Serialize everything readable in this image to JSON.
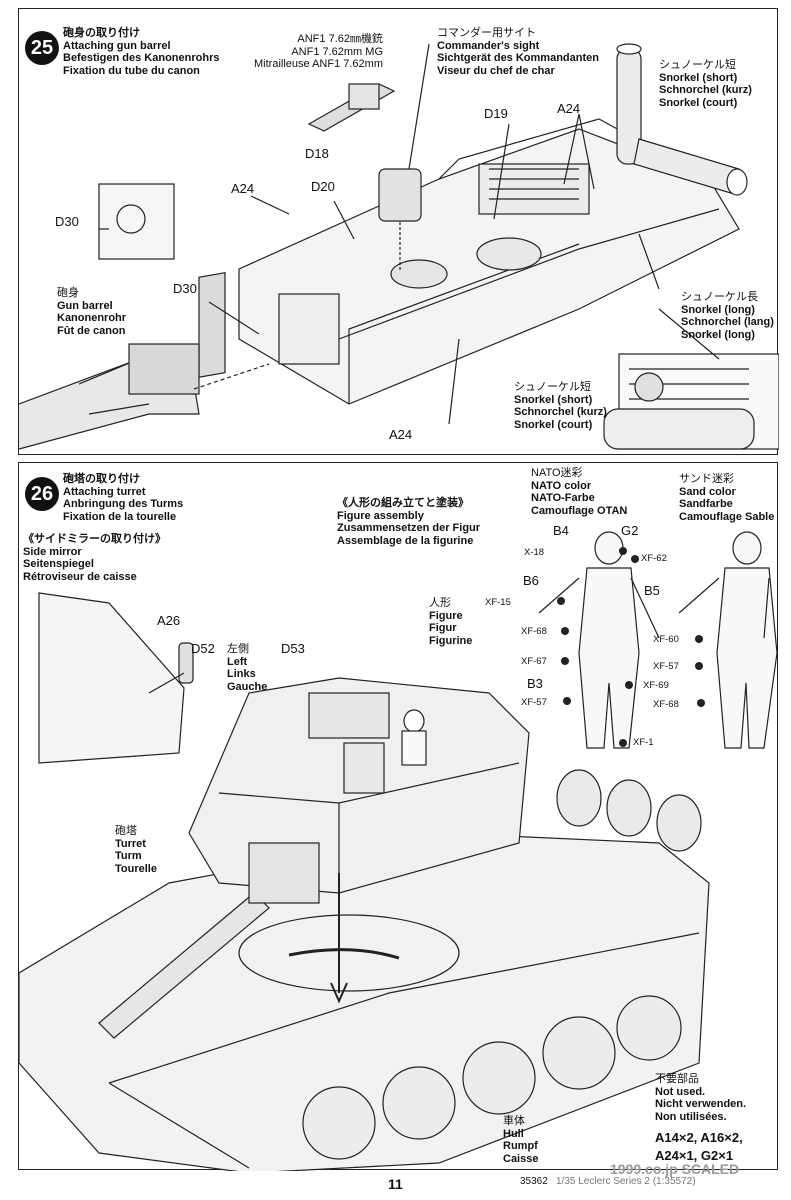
{
  "step25": {
    "number": "25",
    "title_jp": "砲身の取り付け",
    "title_en": "Attaching gun barrel",
    "title_de": "Befestigen des Kanonenrohrs",
    "title_fr": "Fixation du tube du canon",
    "mg_jp": "ANF1 7.62㎜機銃",
    "mg_en": "ANF1 7.62mm MG",
    "mg_fr": "Mitrailleuse ANF1 7.62mm",
    "sight_jp": "コマンダー用サイト",
    "sight_en": "Commander's sight",
    "sight_de": "Sichtgerät des Kommandanten",
    "sight_fr": "Viseur du chef de char",
    "snorkel_short_jp": "シュノーケル短",
    "snorkel_short_en": "Snorkel (short)",
    "snorkel_short_de": "Schnorchel (kurz)",
    "snorkel_short_fr": "Snorkel (court)",
    "snorkel_long_jp": "シュノーケル長",
    "snorkel_long_en": "Snorkel (long)",
    "snorkel_long_de": "Schnorchel (lang)",
    "snorkel_long_fr": "Snorkel (long)",
    "barrel_jp": "砲身",
    "barrel_en": "Gun barrel",
    "barrel_de": "Kanonenrohr",
    "barrel_fr": "Fût de canon",
    "parts": {
      "d18": "D18",
      "d19": "D19",
      "d20": "D20",
      "d30a": "D30",
      "d30b": "D30",
      "a24a": "A24",
      "a24b": "A24",
      "a24c": "A24"
    }
  },
  "step26": {
    "number": "26",
    "title_jp": "砲塔の取り付け",
    "title_en": "Attaching turret",
    "title_de": "Anbringung des Turms",
    "title_fr": "Fixation de la tourelle",
    "mirror_jp": "《サイドミラーの取り付け》",
    "mirror_en": "Side mirror",
    "mirror_de": "Seitenspiegel",
    "mirror_fr": "Rétroviseur de caisse",
    "figure_jp": "《人形の組み立てと塗装》",
    "figure_en": "Figure assembly",
    "figure_de": "Zusammensetzen der Figur",
    "figure_fr": "Assemblage de la figurine",
    "nato_jp": "NATO迷彩",
    "nato_en": "NATO color",
    "nato_de": "NATO-Farbe",
    "nato_fr": "Camouflage OTAN",
    "sand_jp": "サンド迷彩",
    "sand_en": "Sand color",
    "sand_de": "Sandfarbe",
    "sand_fr": "Camouflage Sable",
    "fig_jp": "人形",
    "fig_en": "Figure",
    "fig_de": "Figur",
    "fig_fr": "Figurine",
    "side_jp": "左側",
    "side_en": "Left",
    "side_de": "Links",
    "side_fr": "Gauche",
    "turret_jp": "砲塔",
    "turret_en": "Turret",
    "turret_de": "Turm",
    "turret_fr": "Tourelle",
    "hull_jp": "車体",
    "hull_en": "Hull",
    "hull_de": "Rumpf",
    "hull_fr": "Caisse",
    "notused_jp": "不要部品",
    "notused_en": "Not used.",
    "notused_de": "Nicht verwenden.",
    "notused_fr": "Non utilisées.",
    "notused_parts1": "A14×2, A16×2,",
    "notused_parts2": "A24×1, G2×1",
    "parts": {
      "a26": "A26",
      "d52": "D52",
      "d53": "D53",
      "b4": "B4",
      "g2": "G2",
      "b6": "B6",
      "b5": "B5",
      "b3": "B3"
    },
    "paints_nato": {
      "x18": "X-18",
      "xf62": "XF-62",
      "xf15": "XF-15",
      "xf68": "XF-68",
      "xf67": "XF-67",
      "xf69": "XF-69",
      "xf57": "XF-57",
      "xf1": "XF-1"
    },
    "paints_sand": {
      "xf60": "XF-60",
      "xf57": "XF-57",
      "xf68": "XF-68"
    }
  },
  "footer": {
    "page": "11",
    "code": "35362",
    "series": "1/35 Leclerc Series 2 (1:35572)",
    "watermark": "1999.co.jp SCALED"
  }
}
